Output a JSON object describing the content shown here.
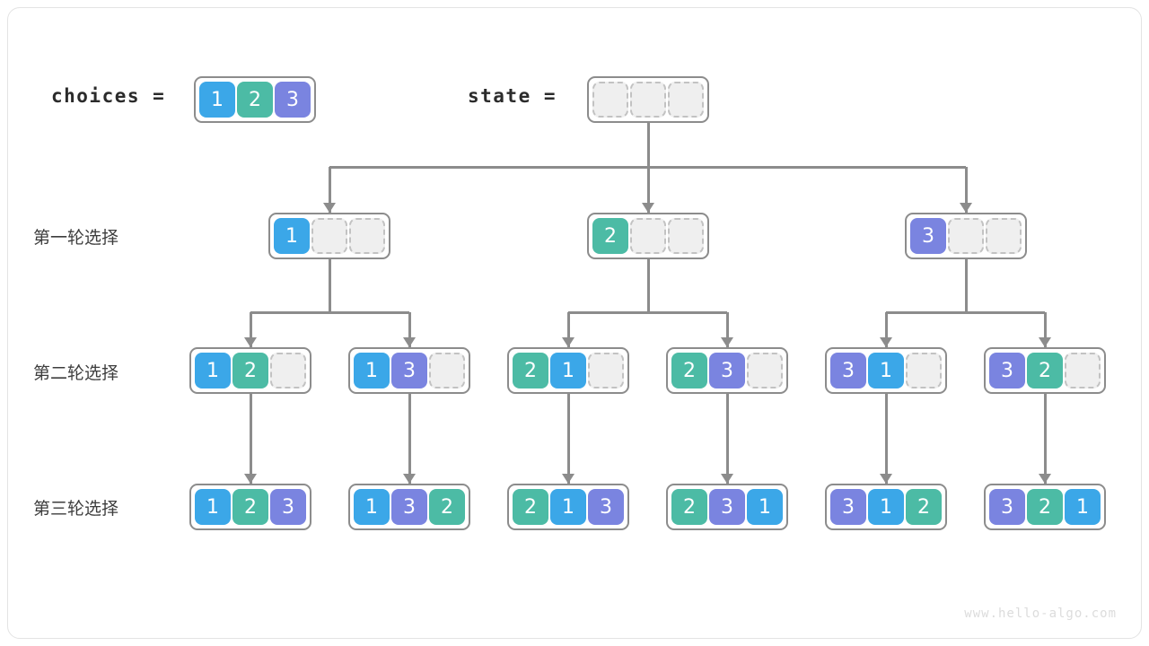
{
  "figure": {
    "watermark": "www.hello-algo.com",
    "colors": {
      "blue": "#3ba7e8",
      "teal": "#4cbba5",
      "purple": "#7a84e0",
      "empty_fill": "#efefef",
      "empty_border": "#c2c2c2",
      "node_border": "#8c8c8c",
      "connector": "#8c8c8c",
      "frame": "#e3e3e3",
      "text_dark": "#2b2b2b",
      "watermark": "#dcdcdc"
    }
  },
  "header": {
    "choices_label": "choices =",
    "state_label": "state =",
    "choices_values": [
      "1",
      "2",
      "3"
    ],
    "state_values": [
      "",
      "",
      ""
    ]
  },
  "rows": [
    {
      "label": "第一轮选择",
      "nodes": [
        {
          "cells": [
            "1",
            "",
            ""
          ]
        },
        {
          "cells": [
            "2",
            "",
            ""
          ]
        },
        {
          "cells": [
            "3",
            "",
            ""
          ]
        }
      ]
    },
    {
      "label": "第二轮选择",
      "nodes": [
        {
          "cells": [
            "1",
            "2",
            ""
          ]
        },
        {
          "cells": [
            "1",
            "3",
            ""
          ]
        },
        {
          "cells": [
            "2",
            "1",
            ""
          ]
        },
        {
          "cells": [
            "2",
            "3",
            ""
          ]
        },
        {
          "cells": [
            "3",
            "1",
            ""
          ]
        },
        {
          "cells": [
            "3",
            "2",
            ""
          ]
        }
      ]
    },
    {
      "label": "第三轮选择",
      "nodes": [
        {
          "cells": [
            "1",
            "2",
            "3"
          ]
        },
        {
          "cells": [
            "1",
            "3",
            "2"
          ]
        },
        {
          "cells": [
            "2",
            "1",
            "3"
          ]
        },
        {
          "cells": [
            "2",
            "3",
            "1"
          ]
        },
        {
          "cells": [
            "3",
            "1",
            "2"
          ]
        },
        {
          "cells": [
            "3",
            "2",
            "1"
          ]
        }
      ]
    }
  ]
}
